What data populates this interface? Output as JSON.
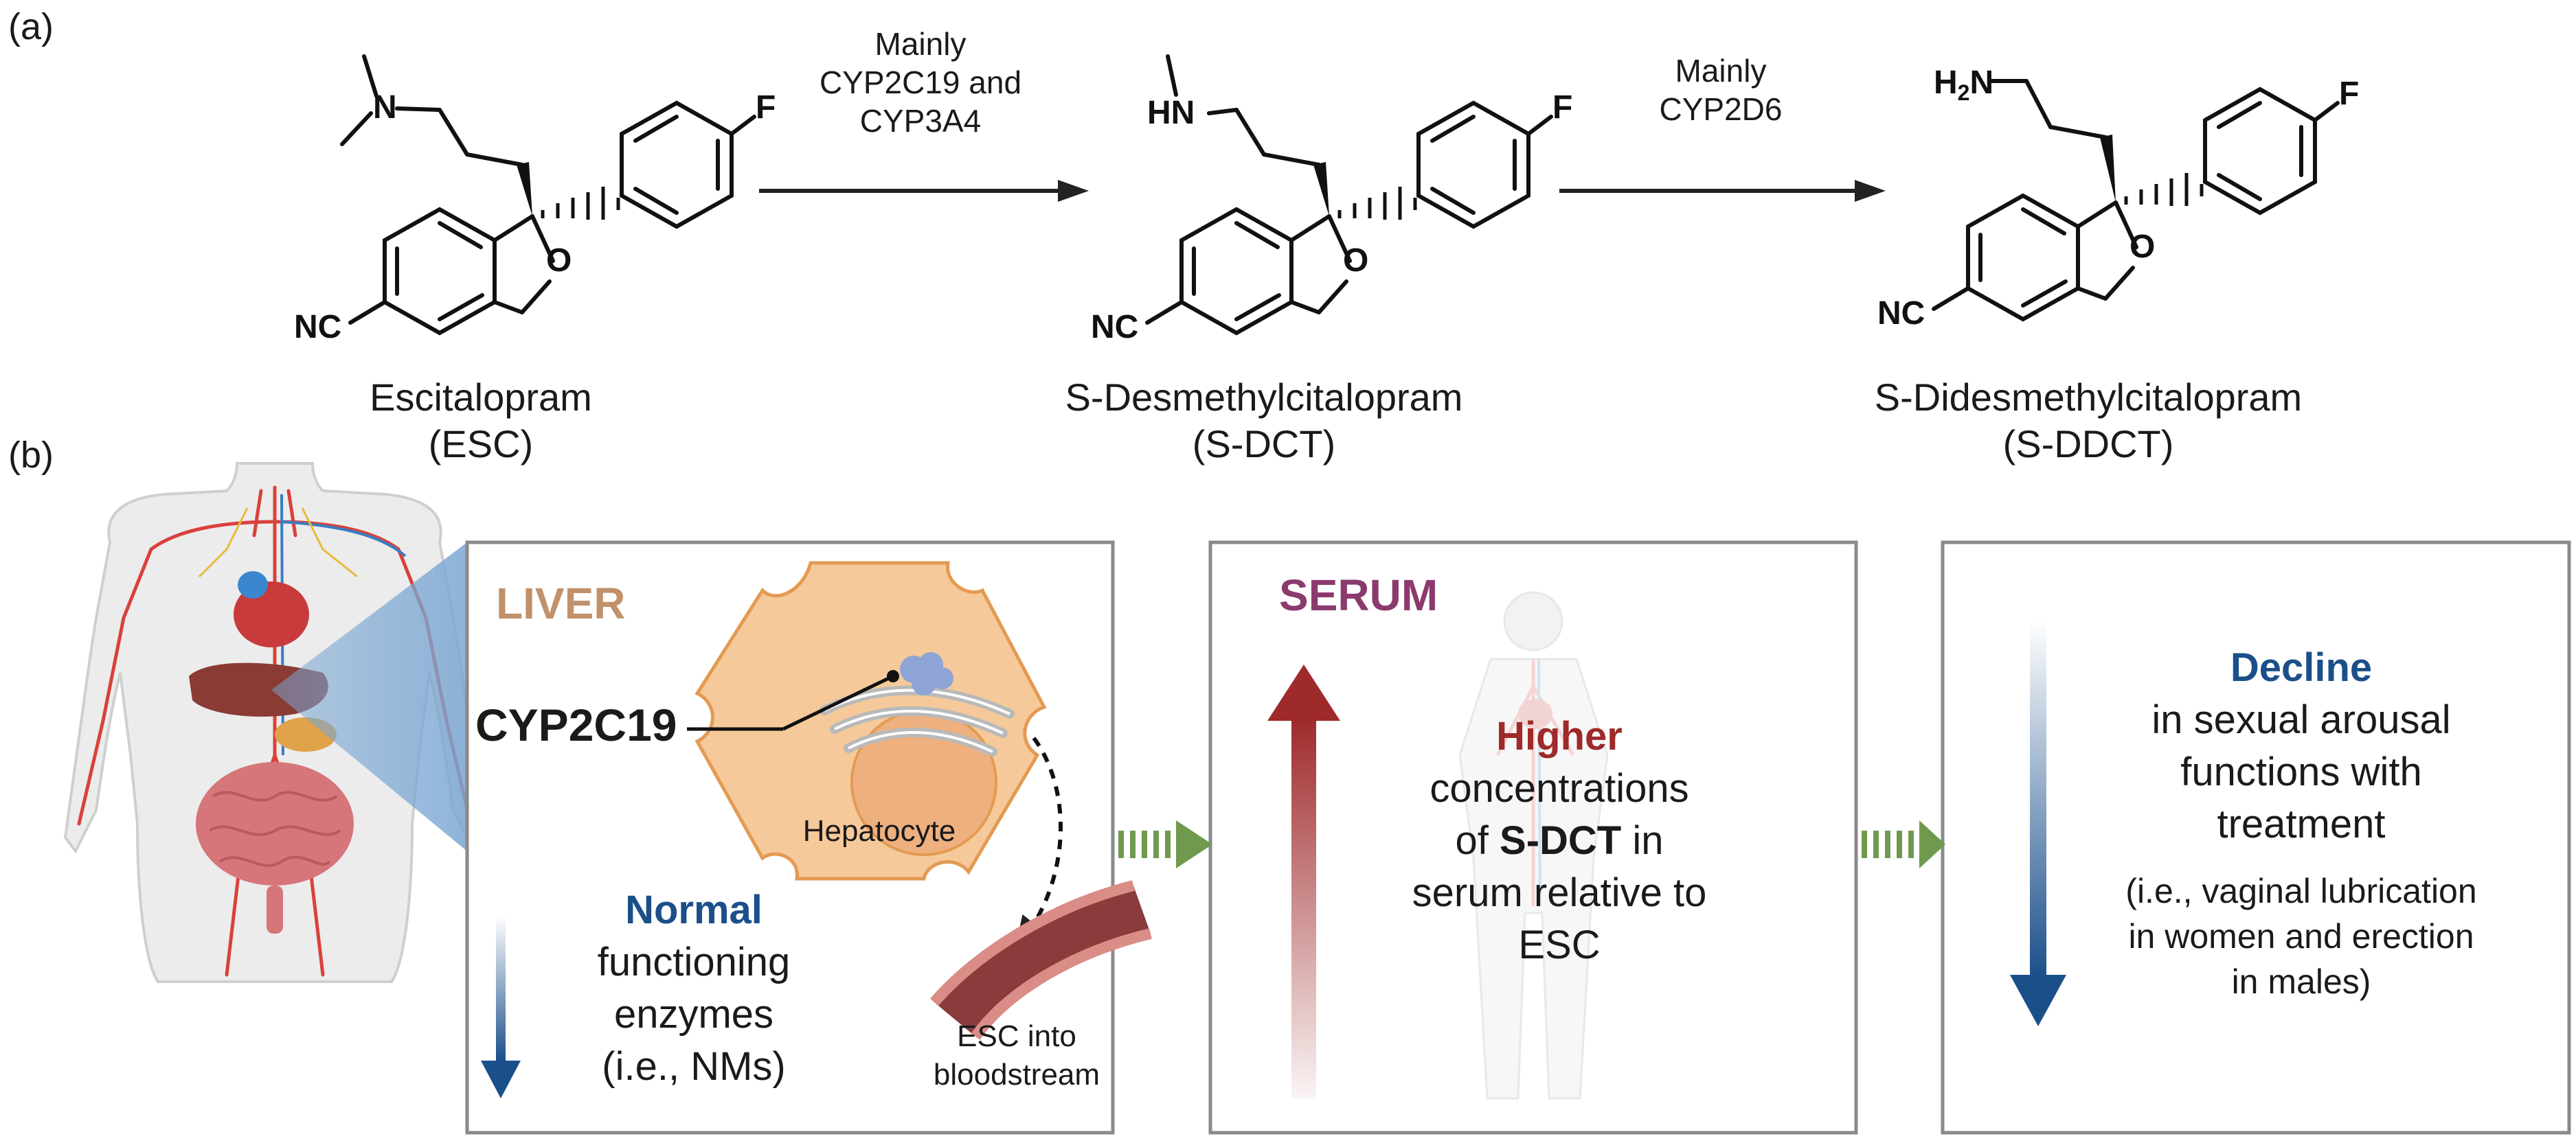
{
  "panels": {
    "a": "(a)",
    "b": "(b)"
  },
  "compounds": [
    {
      "name": "Escitalopram",
      "abbr": "(ESC)",
      "amine_text": "N",
      "ring_o": "O",
      "fluoro": "F",
      "nitrile": "NC"
    },
    {
      "name": "S-Desmethylcitalopram",
      "abbr": "(S-DCT)",
      "amine_text": "HN",
      "ring_o": "O",
      "fluoro": "F",
      "nitrile": "NC"
    },
    {
      "name": "S-Didesmethylcitalopram",
      "abbr": "(S-DDCT)",
      "amine_text": "H2N",
      "amine_main": "H",
      "amine_sub": "2",
      "amine_tail": "N",
      "ring_o": "O",
      "fluoro": "F",
      "nitrile": "NC"
    }
  ],
  "reactions": [
    {
      "lines": [
        "Mainly",
        "CYP2C19 and",
        "CYP3A4"
      ]
    },
    {
      "lines": [
        "Mainly",
        "CYP2D6"
      ]
    }
  ],
  "liver_box": {
    "title": "LIVER",
    "enzyme": "CYP2C19",
    "cell_label": "Hepatocyte",
    "normal_word": "Normal",
    "normal_rest": [
      "functioning",
      "enzymes",
      "(i.e., NMs)"
    ],
    "blood_label": [
      "ESC into",
      "bloodstream"
    ]
  },
  "serum_box": {
    "title": "SERUM",
    "higher_word": "Higher",
    "line1": "concentrations",
    "line2_pre": "of ",
    "line2_bold": "S-DCT",
    "line2_post": " in",
    "line3": "serum relative to",
    "line4": "ESC"
  },
  "effect_box": {
    "decline_word": "Decline",
    "lines": [
      "in sexual arousal",
      "functions with",
      "treatment"
    ],
    "small_lines": [
      "(i.e., vaginal lubrication",
      "in women and erection",
      "in males)"
    ]
  },
  "colors": {
    "liver_title": "#c0916a",
    "serum_title": "#8b3a6e",
    "blue": "#1b4f8a",
    "red": "#9e2a2b",
    "green_arrow": "#6f9a4e",
    "hepatocyte_fill": "#f6c99a",
    "hepatocyte_stroke": "#e39a52",
    "box_border": "#8a8a8a"
  }
}
